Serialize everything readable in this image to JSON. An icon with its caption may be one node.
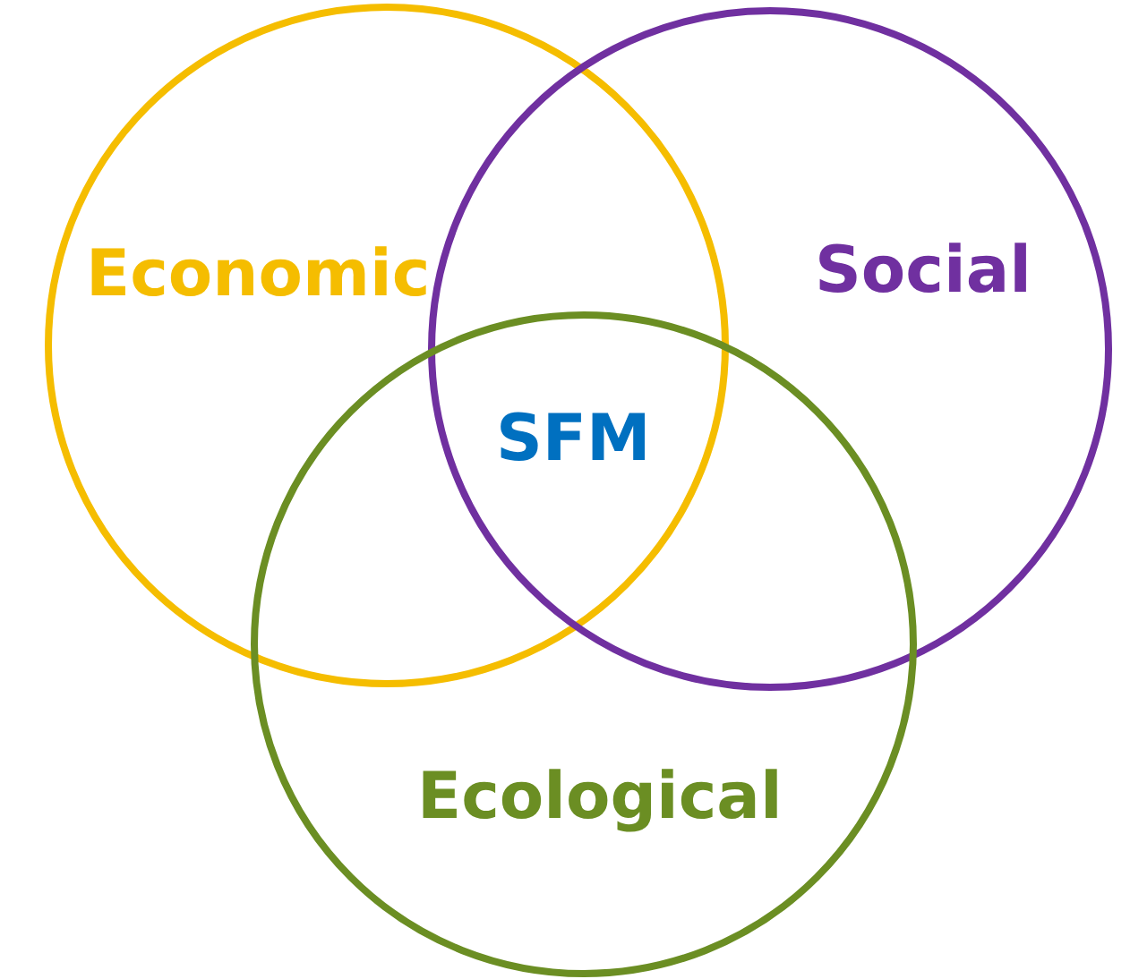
{
  "diagram": {
    "nodes": [
      {
        "text": [
          "Economic"
        ]
      },
      {
        "text": [
          "Social"
        ]
      },
      {
        "text": [
          "Ecological"
        ]
      }
    ],
    "labels": [
      "SFM"
    ]
  }
}
